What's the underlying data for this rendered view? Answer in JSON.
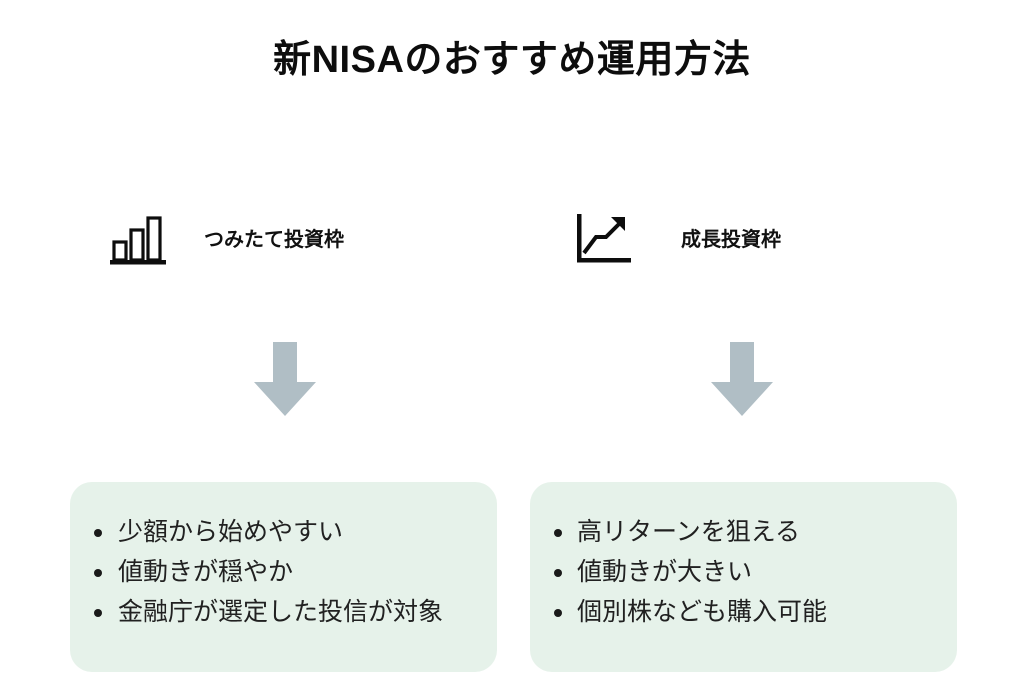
{
  "title": "新NISAのおすすめ運用方法",
  "colors": {
    "background": "#ffffff",
    "card_background": "#e6f2ea",
    "arrow": "#b0bec5",
    "title_text": "#0d0d0d",
    "body_text": "#212121"
  },
  "columns": [
    {
      "id": "tsumitate",
      "icon": "bar-chart-icon",
      "label": "つみたて投資枠",
      "arrow": "down-arrow-icon",
      "benefits": [
        "少額から始めやすい",
        "値動きが穏やか",
        "金融庁が選定した投信が対象"
      ]
    },
    {
      "id": "seicho",
      "icon": "line-chart-up-icon",
      "label": "成長投資枠",
      "arrow": "down-arrow-icon",
      "benefits": [
        "高リターンを狙える",
        "値動きが大きい",
        "個別株なども購入可能"
      ]
    }
  ]
}
